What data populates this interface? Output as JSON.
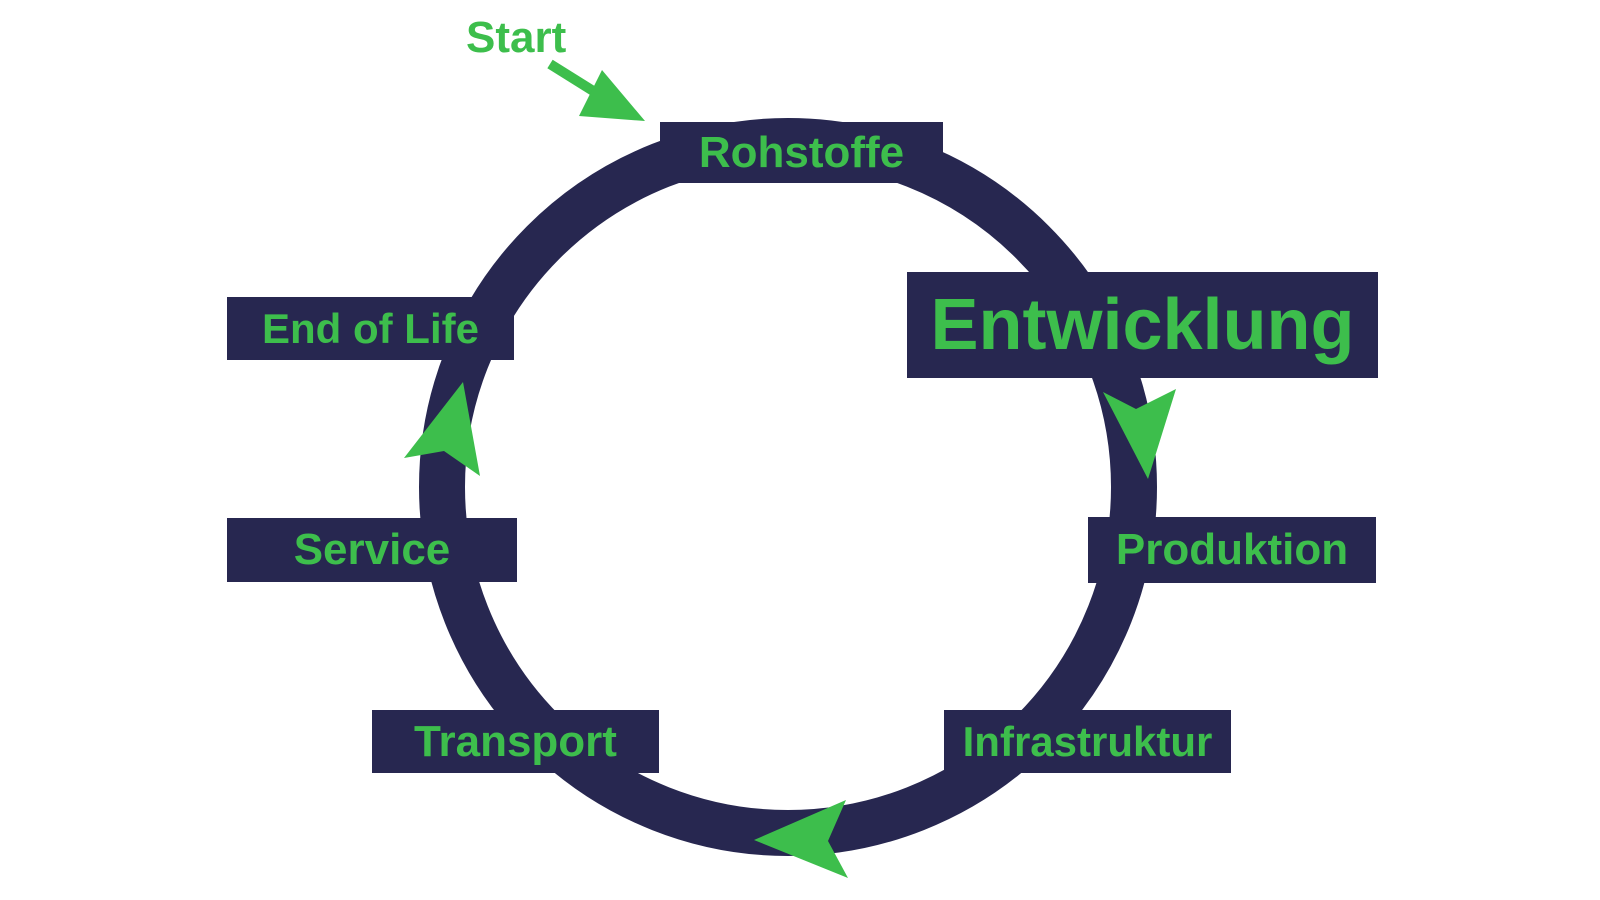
{
  "diagram": {
    "type": "cycle",
    "flow_direction": "clockwise",
    "background": "#ffffff",
    "colors": {
      "ring_navy": "#272750",
      "label_background": "#272750",
      "text_green": "#3dbe4c",
      "arrow_green": "#3dbe4c"
    },
    "start": {
      "label": "Start"
    },
    "stages": [
      {
        "label": "Rohstoffe"
      },
      {
        "label": "Entwicklung"
      },
      {
        "label": "Produktion"
      },
      {
        "label": "Infrastruktur"
      },
      {
        "label": "Transport"
      },
      {
        "label": "Service"
      },
      {
        "label": "End of Life"
      }
    ]
  }
}
